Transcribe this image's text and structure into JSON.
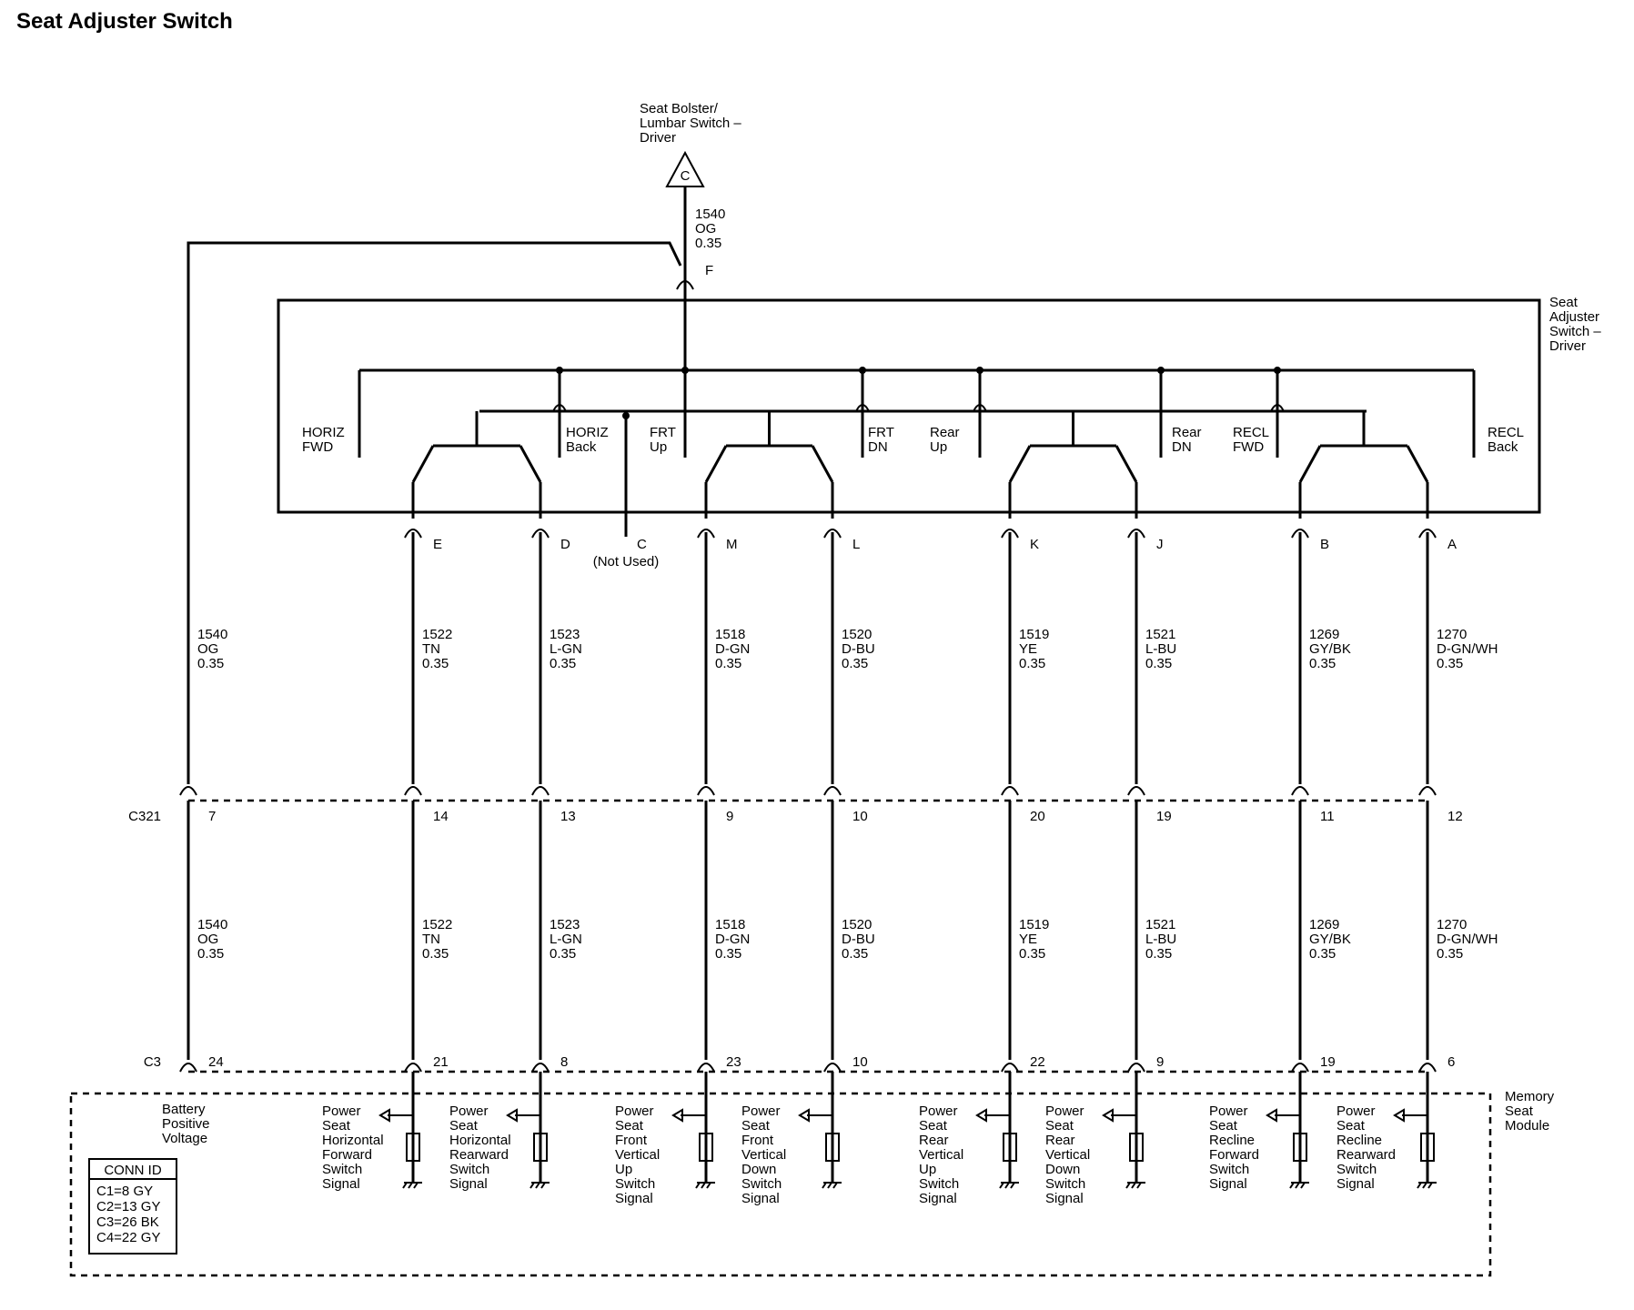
{
  "title": "Seat Adjuster Switch",
  "bolster": {
    "lines": [
      "Seat Bolster/",
      "Lumbar Switch –",
      "Driver"
    ],
    "ref": "C",
    "pin": "F"
  },
  "bolster_wire": {
    "circuit": "1540",
    "color": "OG",
    "gauge": "0.35"
  },
  "switch": {
    "lines": [
      "Seat",
      "Adjuster",
      "Switch –",
      "Driver"
    ]
  },
  "not_used": "(Not Used)",
  "switch_labels": [
    [
      "HORIZ",
      "FWD"
    ],
    [
      "HORIZ",
      "Back"
    ],
    [
      "FRT",
      "Up"
    ],
    [
      "FRT",
      "DN"
    ],
    [
      "Rear",
      "Up"
    ],
    [
      "Rear",
      "DN"
    ],
    [
      "RECL",
      "FWD"
    ],
    [
      "RECL",
      "Back"
    ]
  ],
  "c321_label": "C321",
  "c3_label": "C3",
  "module": {
    "lines": [
      "Memory",
      "Seat",
      "Module"
    ]
  },
  "conn_id": {
    "title": "CONN ID",
    "rows": [
      "C1=8 GY",
      "C2=13 GY",
      "C3=26 BK",
      "C4=22 GY"
    ]
  },
  "wires": [
    {
      "pin": "",
      "circuit": "1540",
      "color": "OG",
      "gauge": "0.35",
      "c321": "7",
      "c3": "24",
      "signal": [
        "Battery",
        "Positive",
        "Voltage"
      ]
    },
    {
      "pin": "E",
      "circuit": "1522",
      "color": "TN",
      "gauge": "0.35",
      "c321": "14",
      "c3": "21",
      "signal": [
        "Power",
        "Seat",
        "Horizontal",
        "Forward",
        "Switch",
        "Signal"
      ]
    },
    {
      "pin": "D",
      "circuit": "1523",
      "color": "L-GN",
      "gauge": "0.35",
      "c321": "13",
      "c3": "8",
      "signal": [
        "Power",
        "Seat",
        "Horizontal",
        "Rearward",
        "Switch",
        "Signal"
      ]
    },
    {
      "pin": "M",
      "circuit": "1518",
      "color": "D-GN",
      "gauge": "0.35",
      "c321": "9",
      "c3": "23",
      "signal": [
        "Power",
        "Seat",
        "Front",
        "Vertical",
        "Up",
        "Switch",
        "Signal"
      ]
    },
    {
      "pin": "L",
      "circuit": "1520",
      "color": "D-BU",
      "gauge": "0.35",
      "c321": "10",
      "c3": "10",
      "signal": [
        "Power",
        "Seat",
        "Front",
        "Vertical",
        "Down",
        "Switch",
        "Signal"
      ]
    },
    {
      "pin": "K",
      "circuit": "1519",
      "color": "YE",
      "gauge": "0.35",
      "c321": "20",
      "c3": "22",
      "signal": [
        "Power",
        "Seat",
        "Rear",
        "Vertical",
        "Up",
        "Switch",
        "Signal"
      ]
    },
    {
      "pin": "J",
      "circuit": "1521",
      "color": "L-BU",
      "gauge": "0.35",
      "c321": "19",
      "c3": "9",
      "signal": [
        "Power",
        "Seat",
        "Rear",
        "Vertical",
        "Down",
        "Switch",
        "Signal"
      ]
    },
    {
      "pin": "B",
      "circuit": "1269",
      "color": "GY/BK",
      "gauge": "0.35",
      "c321": "11",
      "c3": "19",
      "signal": [
        "Power",
        "Seat",
        "Recline",
        "Forward",
        "Switch",
        "Signal"
      ]
    },
    {
      "pin": "A",
      "circuit": "1270",
      "color": "D-GN/WH",
      "gauge": "0.35",
      "c321": "12",
      "c3": "6",
      "signal": [
        "Power",
        "Seat",
        "Recline",
        "Rearward",
        "Switch",
        "Signal"
      ]
    }
  ],
  "pin_c": "C"
}
